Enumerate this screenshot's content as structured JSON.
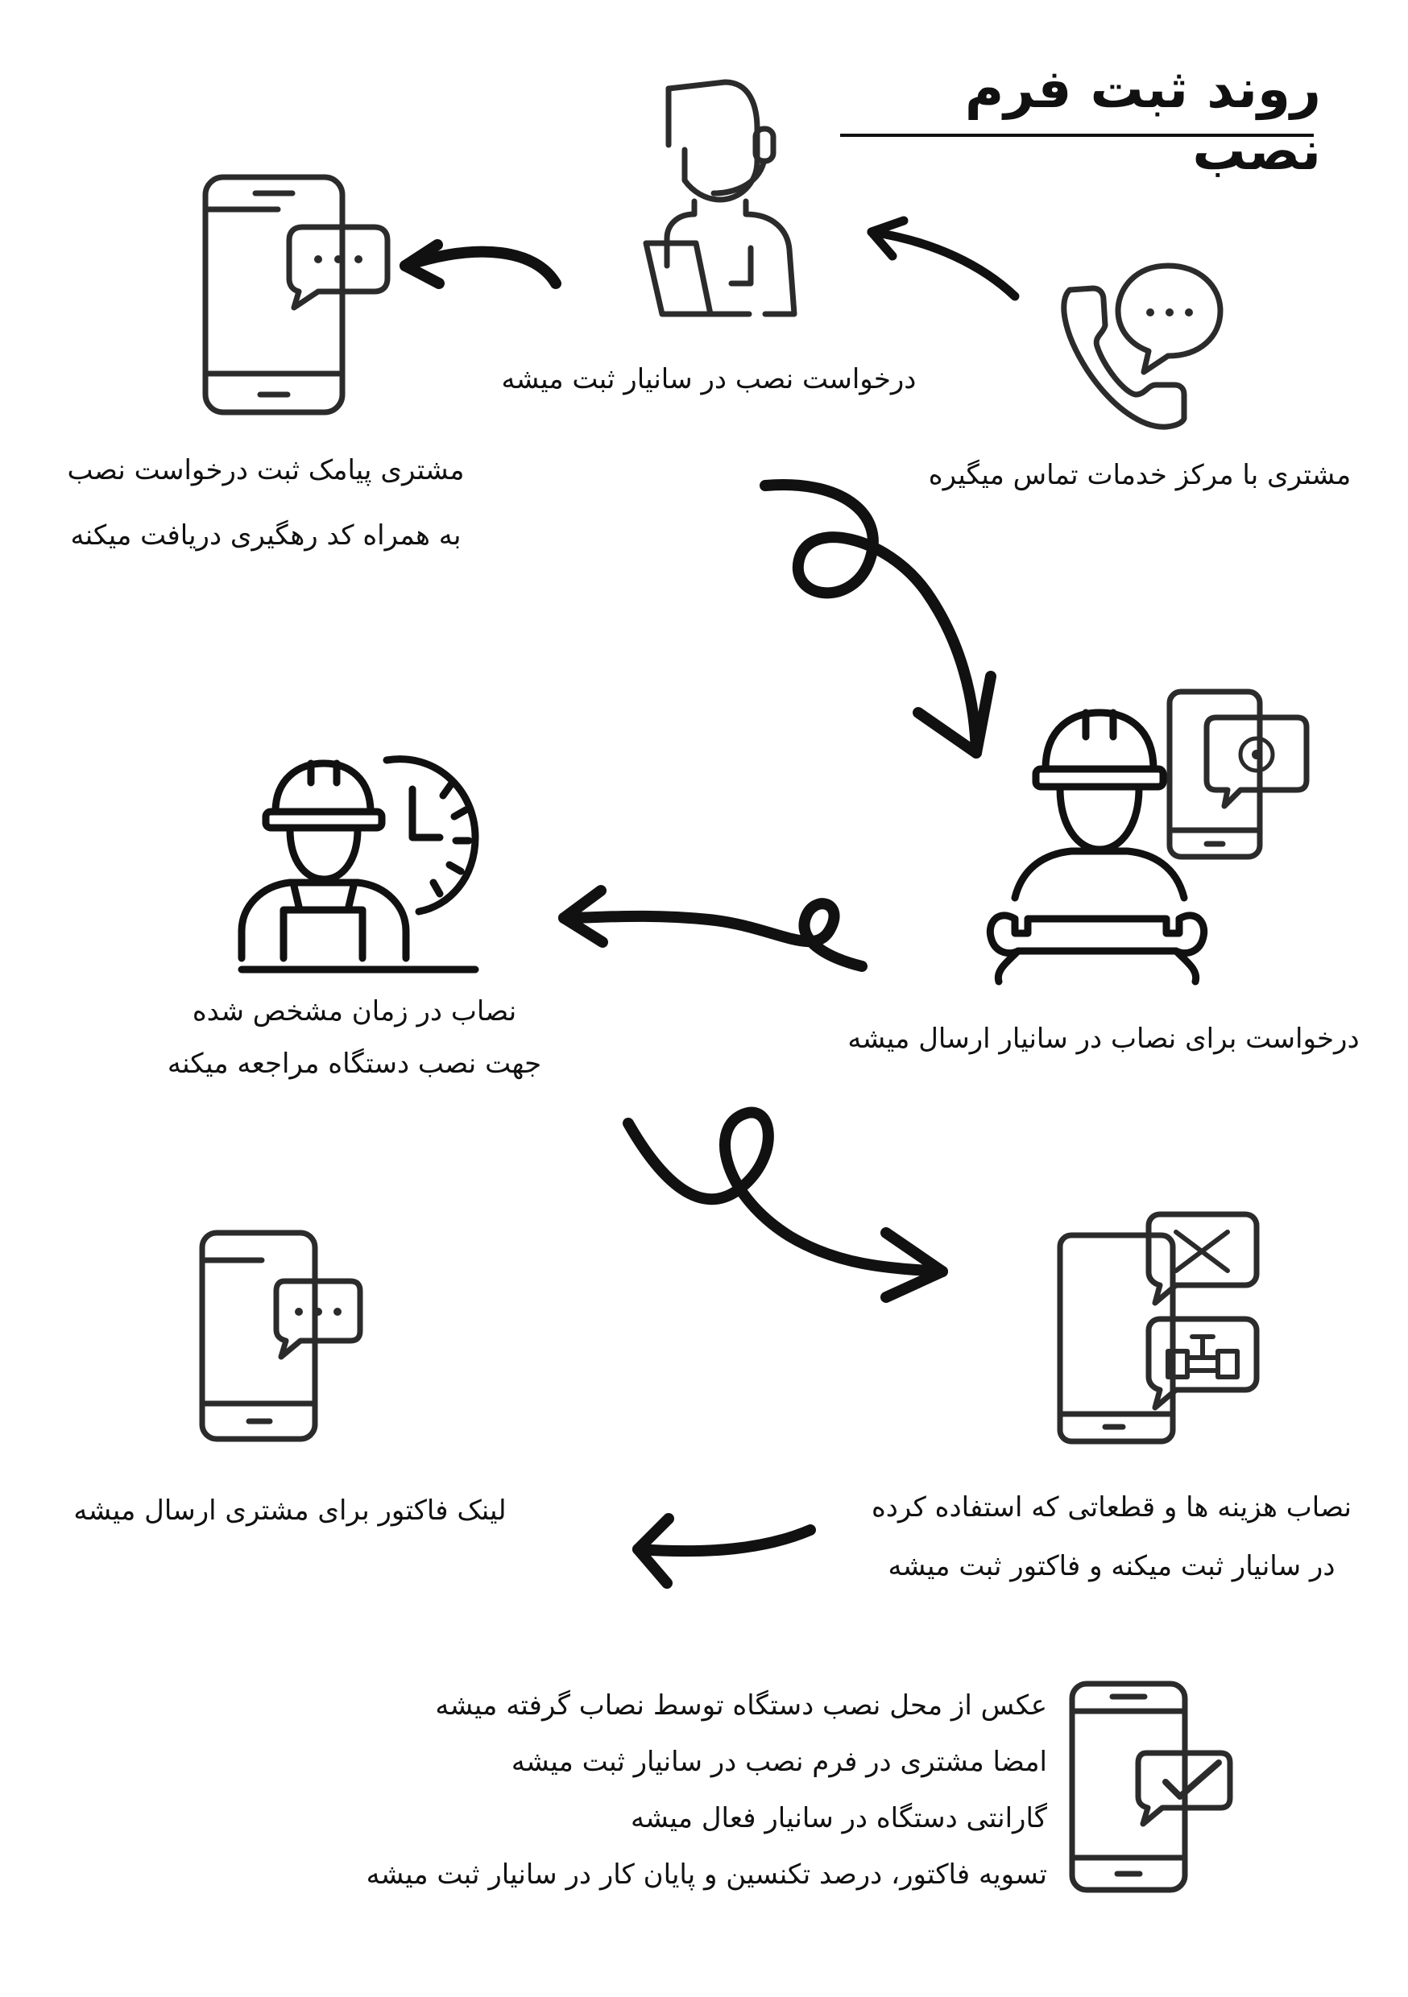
{
  "title": "روند ثبت فرم نصب",
  "steps": {
    "call_center": "مشتری با مرکز خدمات تماس میگیره",
    "request_registered": "درخواست نصب در سانیار ثبت میشه",
    "sms_line1": "مشتری پیامک ثبت درخواست نصب",
    "sms_line2": "به همراه کد رهگیری دریافت میکنه",
    "send_to_installer": "درخواست برای نصاب در سانیار  ارسال میشه",
    "installer_line1": "نصاب در زمان مشخص شده",
    "installer_line2": "جهت نصب دستگاه مراجعه میکنه",
    "costs_line1": "نصاب هزینه ها و قطعاتی که استفاده کرده",
    "costs_line2": "در سانیار ثبت میکنه و فاکتور ثبت میشه",
    "invoice_link": "لینک فاکتور برای مشتری ارسال میشه",
    "final_items": [
      "عکس از محل نصب دستگاه توسط نصاب گرفته میشه",
      "امضا مشتری در فرم نصب در سانیار ثبت میشه",
      "گارانتی دستگاه در سانیار فعال میشه",
      "تسویه فاکتور، درصد تکنسین و پایان کار در سانیار ثبت میشه"
    ]
  },
  "icons": {
    "phone_chat": "phone-chat-icon",
    "support_agent": "support-agent-icon",
    "mobile_message": "mobile-message-icon",
    "technician_mobile": "technician-mobile-icon",
    "technician_clock": "technician-clock-icon",
    "mobile_tools": "mobile-tools-icon",
    "mobile_check": "mobile-check-icon"
  },
  "colors": {
    "ink": "#111111",
    "line": "#2b2b2b",
    "background": "#ffffff"
  }
}
